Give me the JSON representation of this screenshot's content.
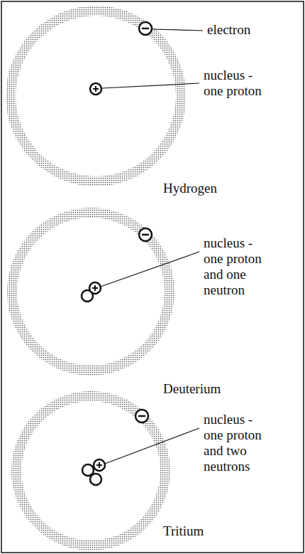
{
  "diagram": {
    "labels": [
      "electron",
      "nucleus - one proton",
      "Hydrogen",
      "nucleus - one proton and one neutron",
      "Deuterium",
      "nucleus - one proton and two neutrons",
      "Tritium"
    ]
  }
}
